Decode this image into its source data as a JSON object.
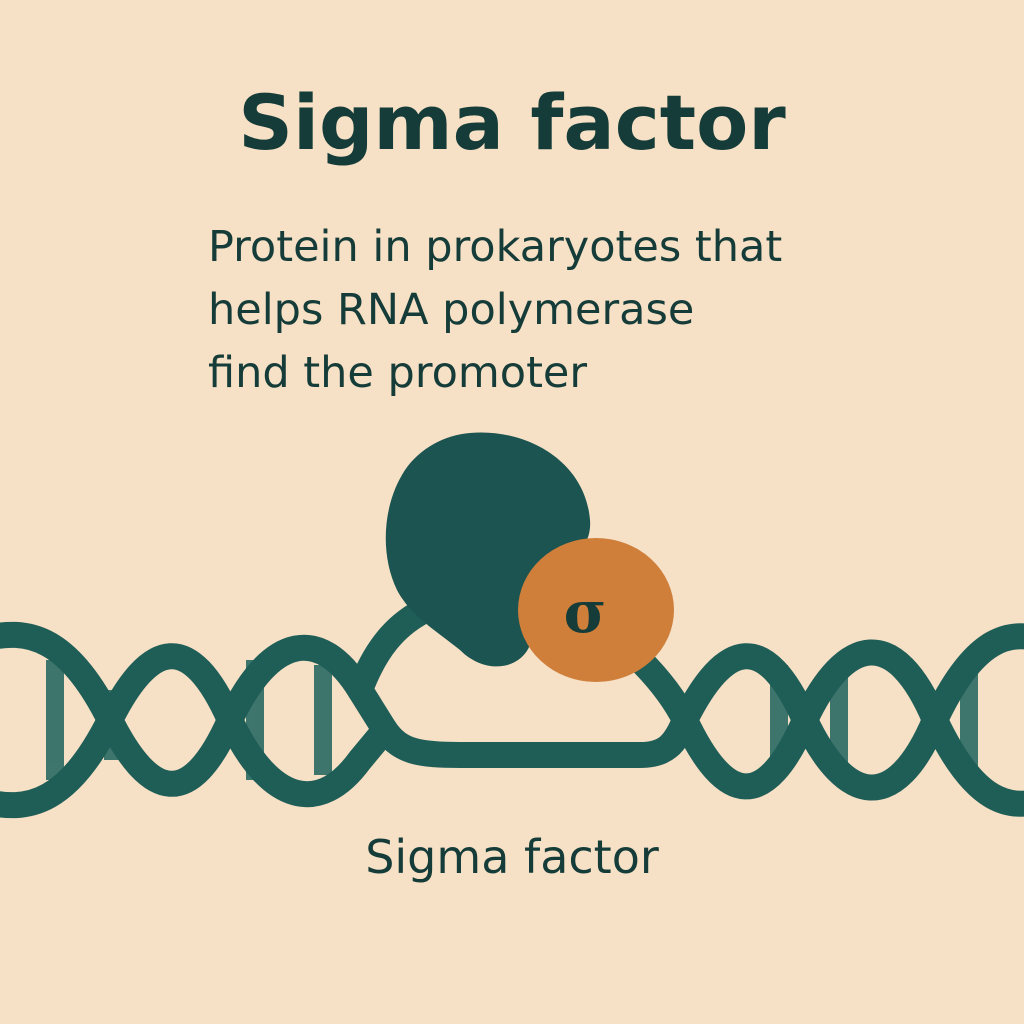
{
  "title": "Sigma factor",
  "description_lines": [
    "Protein in prokaryotes that",
    "helps RNA polymerase",
    "find the promoter"
  ],
  "sigma_symbol": "σ",
  "caption": "Sigma factor",
  "colors": {
    "background": "#f6e0c6",
    "dna": "#1f5d57",
    "polymerase": "#1b5450",
    "sigma": "#cf7f3a",
    "text": "#153c38"
  }
}
